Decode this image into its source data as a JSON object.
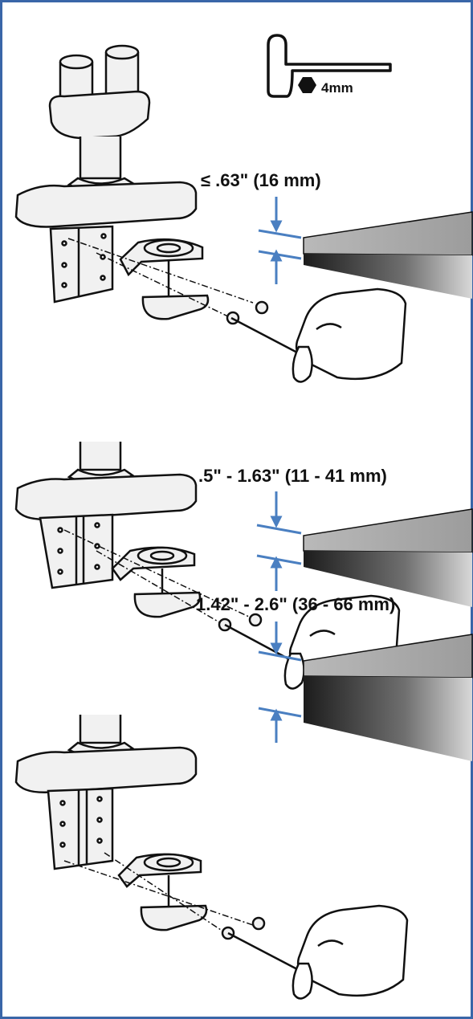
{
  "tool": {
    "label": "4mm"
  },
  "panels": [
    {
      "thickness_label": "≤ .63\" (16 mm)"
    },
    {
      "thickness_label": ".5\" - 1.63\" (11 - 41 mm)"
    },
    {
      "thickness_label": "1.42\" - 2.6\" (36 - 66 mm)"
    }
  ],
  "colors": {
    "frame_border": "#3a66a8",
    "dimension_marks": "#4a7fc1",
    "line_art": "#111111",
    "panel_fill": "#f1f1f1"
  }
}
